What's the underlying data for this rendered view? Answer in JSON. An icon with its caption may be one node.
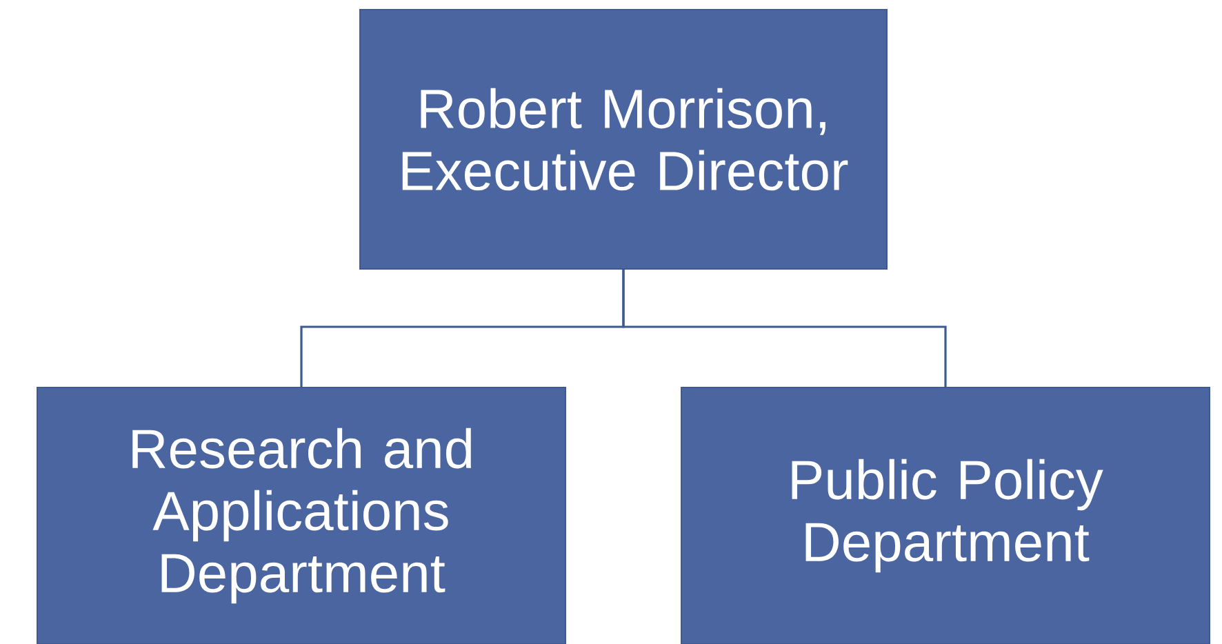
{
  "diagram": {
    "nodes": [
      {
        "text": [
          "Robert Morrison, Executive Director"
        ]
      },
      {
        "text": [
          "Research and Applications Department"
        ]
      },
      {
        "text": [
          "Public Policy Department"
        ]
      }
    ],
    "edges": [
      {
        "from": 0,
        "to": 1,
        "arrow": "none"
      },
      {
        "from": 0,
        "to": 2,
        "arrow": "none"
      }
    ]
  }
}
